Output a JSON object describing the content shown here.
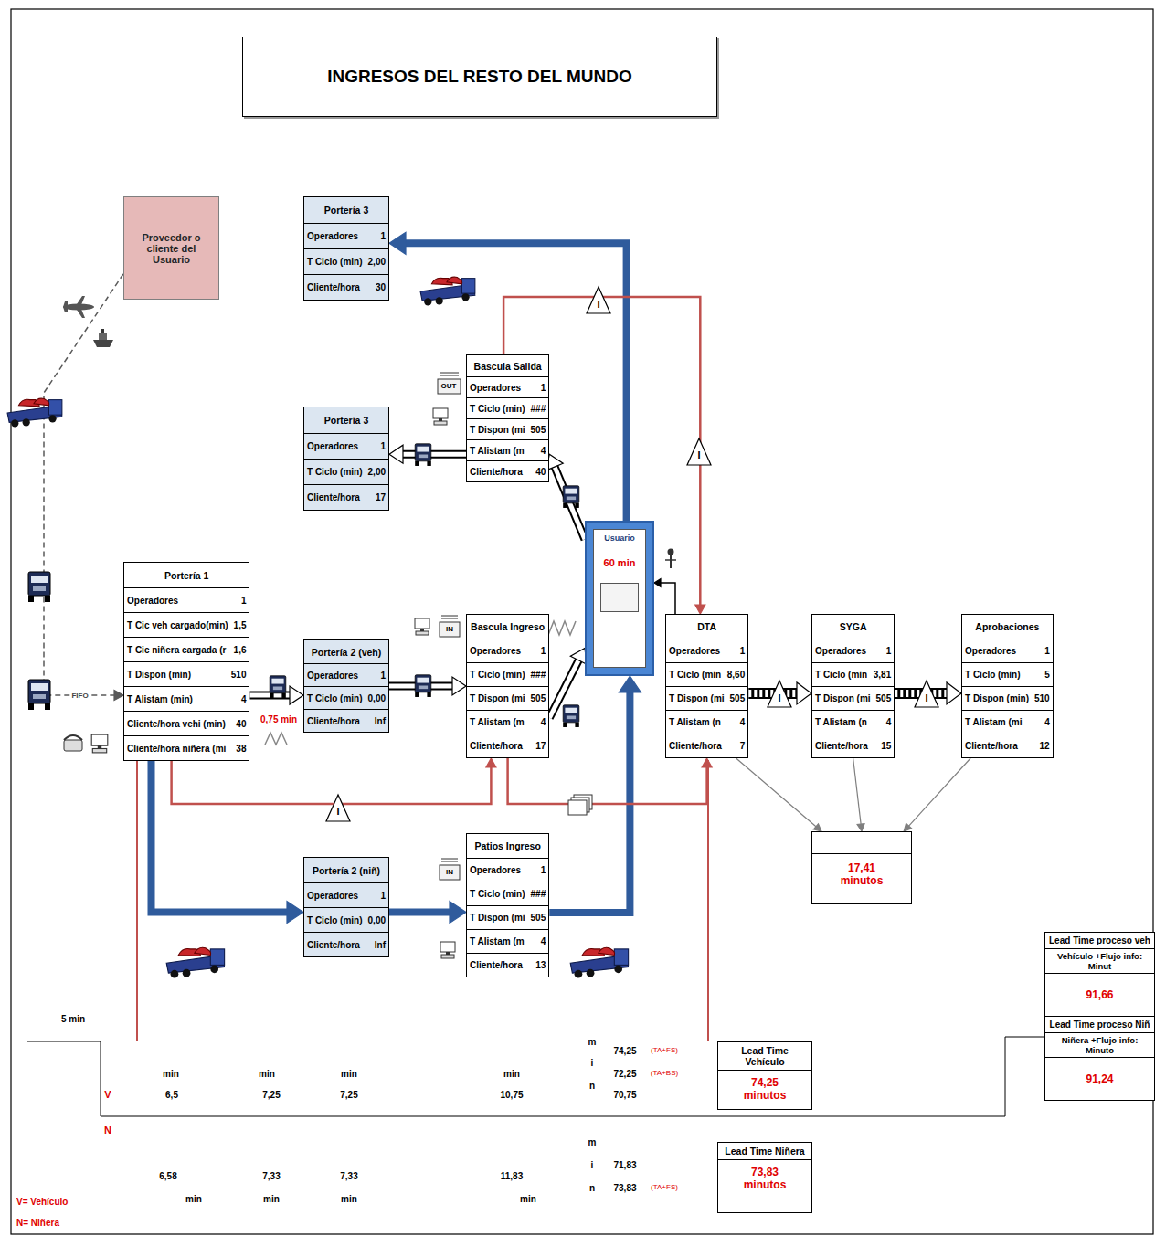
{
  "diagram": {
    "title": "INGRESOS DEL RESTO DEL MUNDO",
    "nodes": [
      {
        "text": [
          "Proveedor o cliente del Usuario"
        ]
      },
      {
        "text": [
          "Portería 3",
          "Operadores",
          "1",
          "T Ciclo (min)",
          "2,00",
          "Cliente/hora",
          "30"
        ]
      },
      {
        "text": [
          "Bascula Salida",
          "Operadores",
          "1",
          "T Ciclo (min)",
          "###",
          "T Dispon (mi",
          "505",
          "T Alistam (m",
          "4",
          "Cliente/hora",
          "40"
        ]
      },
      {
        "text": [
          "Portería 3",
          "Operadores",
          "1",
          "T Ciclo (min)",
          "2,00",
          "Cliente/hora",
          "17"
        ]
      },
      {
        "text": [
          "Portería 1",
          "Operadores",
          "1",
          "T Cic veh cargado(min)",
          "1,5",
          "T Cic niñera cargada (r",
          "1,6",
          "T Dispon (min)",
          "510",
          "T Alistam (min)",
          "4",
          "Cliente/hora vehi (min)",
          "40",
          "Cliente/hora niñera (mi",
          "38"
        ]
      },
      {
        "text": [
          "Portería 2 (veh)",
          "Operadores",
          "1",
          "T Ciclo (min)",
          "0,00",
          "Cliente/hora",
          "Inf"
        ]
      },
      {
        "text": [
          "Bascula Ingreso",
          "Operadores",
          "1",
          "T Ciclo (min)",
          "###",
          "T Dispon (mi",
          "505",
          "T Alistam (m",
          "4",
          "Cliente/hora",
          "17"
        ]
      },
      {
        "text": [
          "Usuario",
          "60 min"
        ]
      },
      {
        "text": [
          "DTA",
          "Operadores",
          "1",
          "T Ciclo (min",
          "8,60",
          "T Dispon (mi",
          "505",
          "T Alistam (n",
          "4",
          "Cliente/hora",
          "7"
        ]
      },
      {
        "text": [
          "SYGA",
          "Operadores",
          "1",
          "T Ciclo (min",
          "3,81",
          "T Dispon (mi",
          "505",
          "T Alistam (n",
          "4",
          "Cliente/hora",
          "15"
        ]
      },
      {
        "text": [
          "Aprobaciones",
          "Operadores",
          "1",
          "T Ciclo (min)",
          "5",
          "T Dispon (min)",
          "510",
          "T Alistam (mi",
          "4",
          "Cliente/hora",
          "12"
        ]
      },
      {
        "text": [
          "Portería 2 (niñ)",
          "Operadores",
          "1",
          "T Ciclo (min)",
          "0,00",
          "Cliente/hora",
          "Inf"
        ]
      },
      {
        "text": [
          "Patios Ingreso",
          "Operadores",
          "1",
          "T Ciclo (min)",
          "###",
          "T Dispon (mi",
          "505",
          "T Alistam (m",
          "4",
          "Cliente/hora",
          "13"
        ]
      },
      {
        "text": [
          "17,41 minutos"
        ]
      },
      {
        "text": [
          "Lead Time Vehículo",
          "74,25 minutos"
        ]
      },
      {
        "text": [
          "Lead Time Niñera",
          "73,83 minutos"
        ]
      },
      {
        "text": [
          "Lead Time proceso veh",
          "Vehículo +Flujo info: Minut",
          "91,66"
        ]
      },
      {
        "text": [
          "Lead Time proceso Niñ",
          "Niñera +Flujo info: Minuto",
          "91,24"
        ]
      }
    ],
    "edges": [
      {
        "from": 0,
        "to": 4,
        "arrow": "to",
        "label": "FIFO"
      },
      {
        "from": 4,
        "to": 5,
        "arrow": "to"
      },
      {
        "from": 5,
        "to": 6,
        "arrow": "to"
      },
      {
        "from": 6,
        "to": 7,
        "arrow": "to"
      },
      {
        "from": 7,
        "to": 2,
        "arrow": "to"
      },
      {
        "from": 2,
        "to": 3,
        "arrow": "to"
      },
      {
        "from": 7,
        "to": 1,
        "arrow": "to"
      },
      {
        "from": 4,
        "to": 11,
        "arrow": "to"
      },
      {
        "from": 11,
        "to": 12,
        "arrow": "to"
      },
      {
        "from": 12,
        "to": 7,
        "arrow": "to"
      },
      {
        "from": 4,
        "to": 6,
        "arrow": "to"
      },
      {
        "from": 6,
        "to": 8,
        "arrow": "to"
      },
      {
        "from": 2,
        "to": 8,
        "arrow": "to"
      },
      {
        "from": 8,
        "to": 7,
        "arrow": "to"
      },
      {
        "from": 8,
        "to": 9,
        "arrow": "to"
      },
      {
        "from": 9,
        "to": 10,
        "arrow": "to"
      },
      {
        "from": 8,
        "to": 13,
        "arrow": "to"
      },
      {
        "from": 9,
        "to": 13,
        "arrow": "to"
      },
      {
        "from": 10,
        "to": 13,
        "arrow": "to"
      }
    ],
    "labels": [
      "0,75 min",
      "OUT",
      "IN",
      "IN",
      "I",
      "I",
      "I",
      "I",
      "I",
      "5 min",
      "min",
      "min",
      "min",
      "min",
      "V",
      "6,5",
      "7,25",
      "7,25",
      "10,75",
      "m",
      "i",
      "n",
      "74,25",
      "(TA+FS)",
      "72,25",
      "(TA+BS)",
      "70,75",
      "N",
      "6,58",
      "7,33",
      "7,33",
      "11,83",
      "m",
      "i",
      "n",
      "71,83",
      "73,83",
      "(TA+FS)",
      "min",
      "min",
      "min",
      "min",
      "V= Vehículo",
      "N= Niñera"
    ]
  }
}
